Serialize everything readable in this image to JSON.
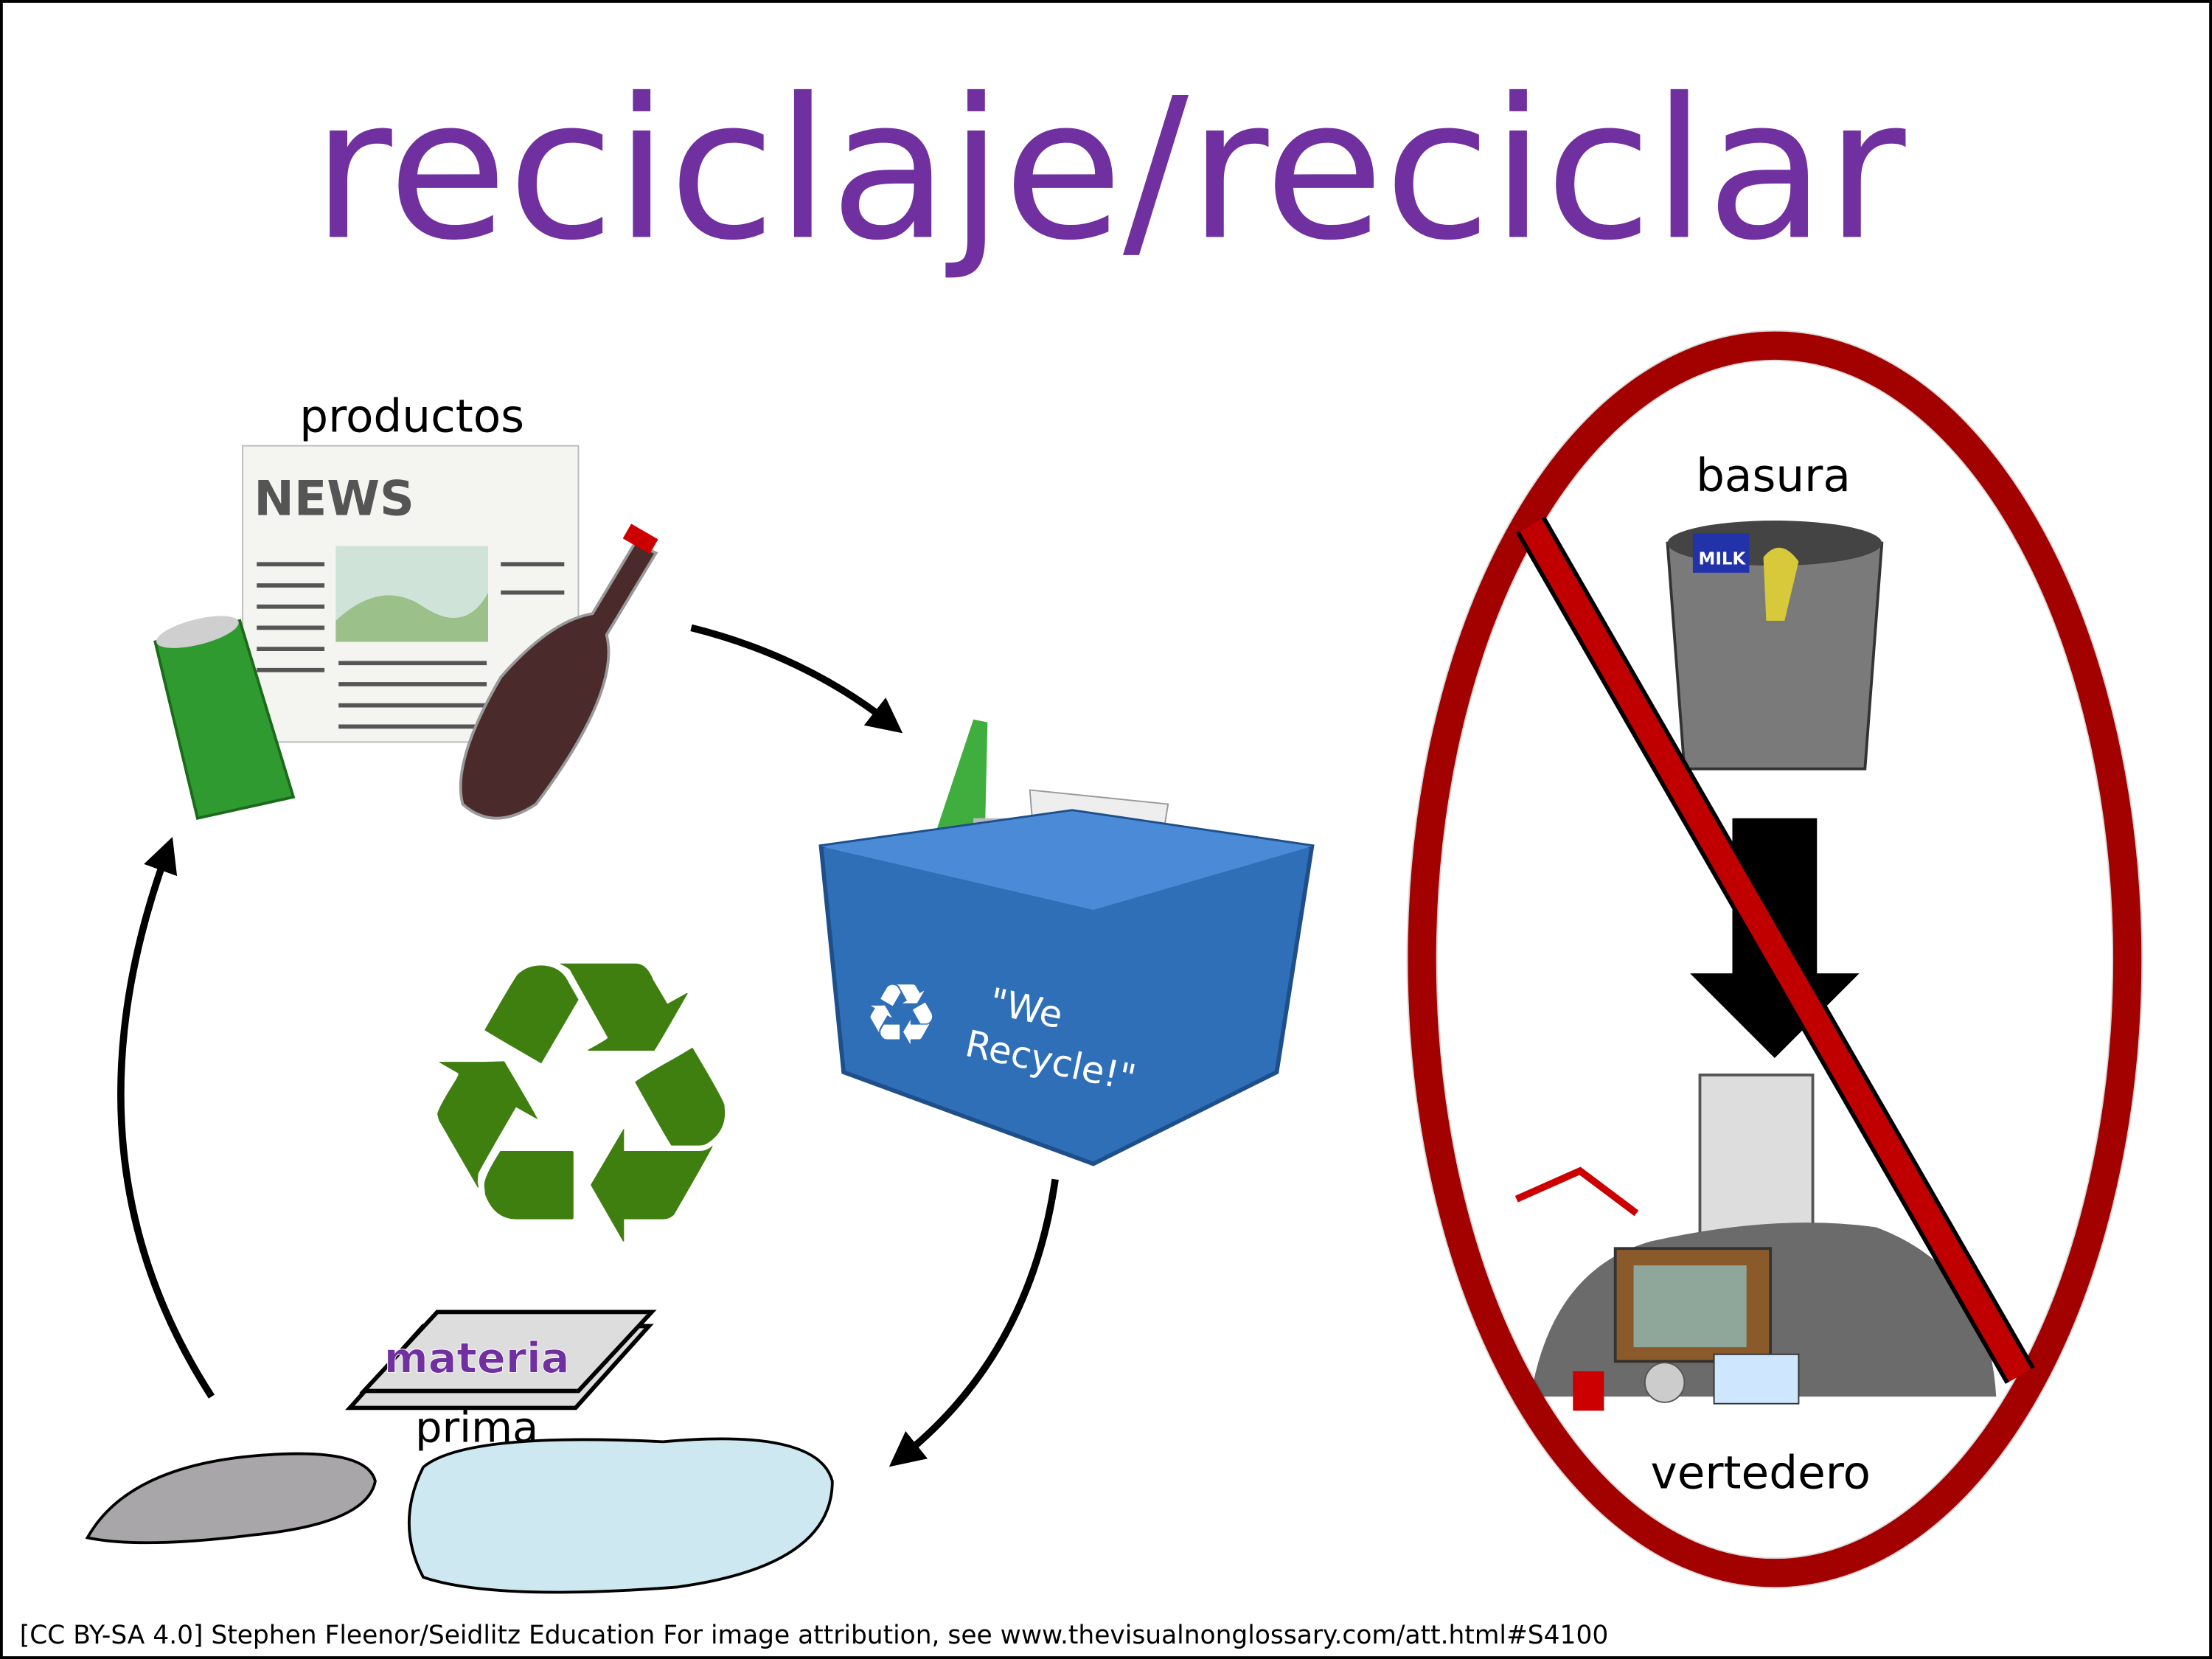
{
  "title": "reciclaje/reciclar",
  "labels": {
    "products": "productos",
    "trash": "basura",
    "landfill": "vertedero",
    "raw_material_1": "materia",
    "raw_material_2": "prima"
  },
  "clipart_text": {
    "newspaper": "NEWS",
    "bin_text_1": "\"We",
    "bin_text_2": "Recycle!\"",
    "milk": "MILK"
  },
  "attribution": "[CC BY-SA 4.0] Stephen Fleenor/Seidlitz Education For image attribution, see www.thevisualnonglossary.com/att.html#S4100",
  "colors": {
    "title": "#7030A0",
    "recycle_green": "#3F7F0F",
    "bin_blue": "#2F6FB8",
    "prohibit_red": "#C00000"
  }
}
